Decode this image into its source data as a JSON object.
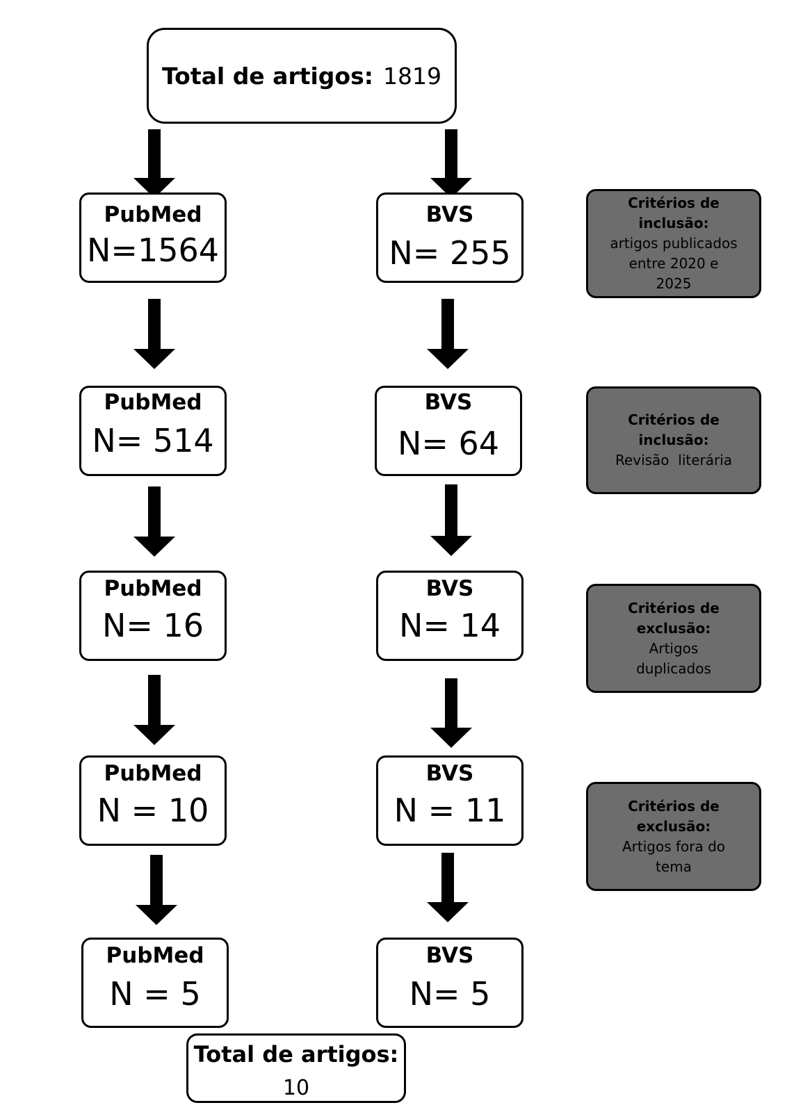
{
  "top": {
    "label": "Total de artigos:",
    "value": "1819"
  },
  "pubmed": {
    "title": "PubMed",
    "counts": [
      "N=1564",
      "N= 514",
      "N= 16",
      "N = 10",
      "N = 5"
    ]
  },
  "bvs": {
    "title": "BVS",
    "counts": [
      "N= 255",
      "N= 64",
      "N= 14",
      "N = 11",
      "N= 5"
    ]
  },
  "criteria": [
    {
      "heading": "Critérios de inclusão:",
      "text": "artigos publicados entre 2020 e 2025"
    },
    {
      "heading": "Critérios de inclusão:",
      "text": "Revisão  literária"
    },
    {
      "heading": "Critérios de exclusão:",
      "text": "Artigos duplicados"
    },
    {
      "heading": "Critérios de exclusão:",
      "text": "Artigos fora do tema"
    }
  ],
  "bottom": {
    "label": "Total de artigos:",
    "value": "10"
  },
  "colors": {
    "criteria_fill": "#6d6d6d",
    "stroke": "#000000"
  }
}
